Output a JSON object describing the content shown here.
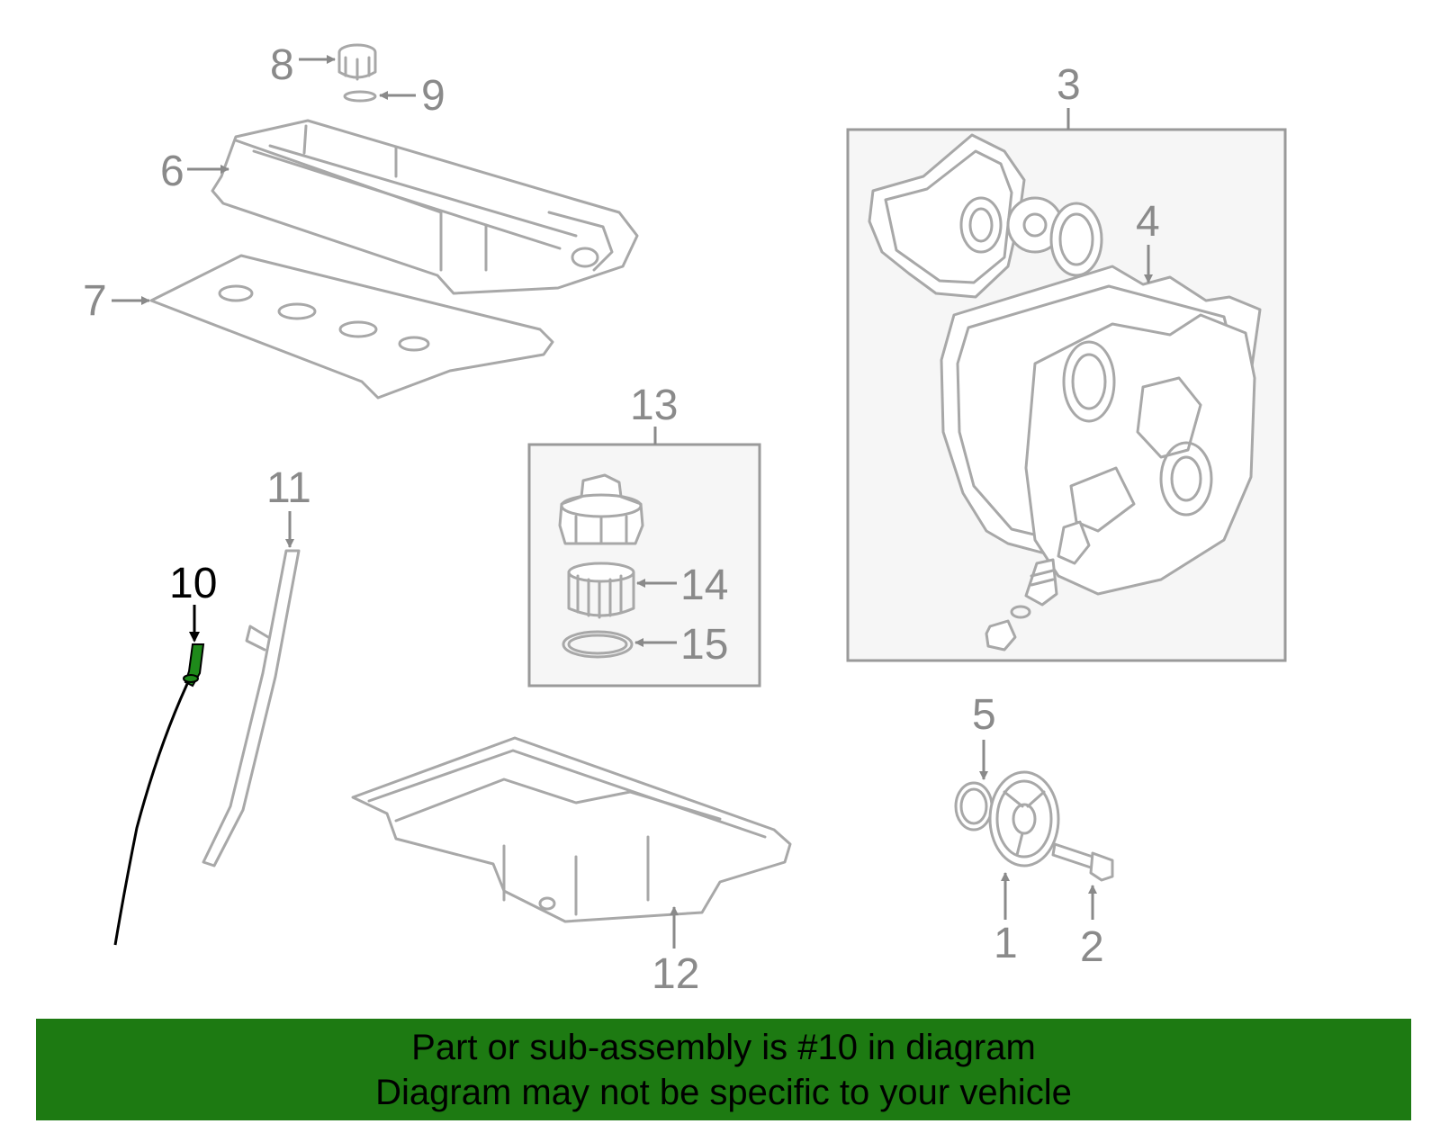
{
  "callouts": {
    "c1": "1",
    "c2": "2",
    "c3": "3",
    "c4": "4",
    "c5": "5",
    "c6": "6",
    "c7": "7",
    "c8": "8",
    "c9": "9",
    "c10": "10",
    "c11": "11",
    "c12": "12",
    "c13": "13",
    "c14": "14",
    "c15": "15"
  },
  "highlight_part": "10",
  "colors": {
    "banner_bg": "#1d7a12",
    "highlight_part": "#1e8a1a",
    "callout_text": "#8a8a8a",
    "highlight_callout": "#000000"
  },
  "banner": {
    "line1": "Part or sub-assembly is #10 in diagram",
    "line2": "Diagram may not be specific to your vehicle"
  }
}
